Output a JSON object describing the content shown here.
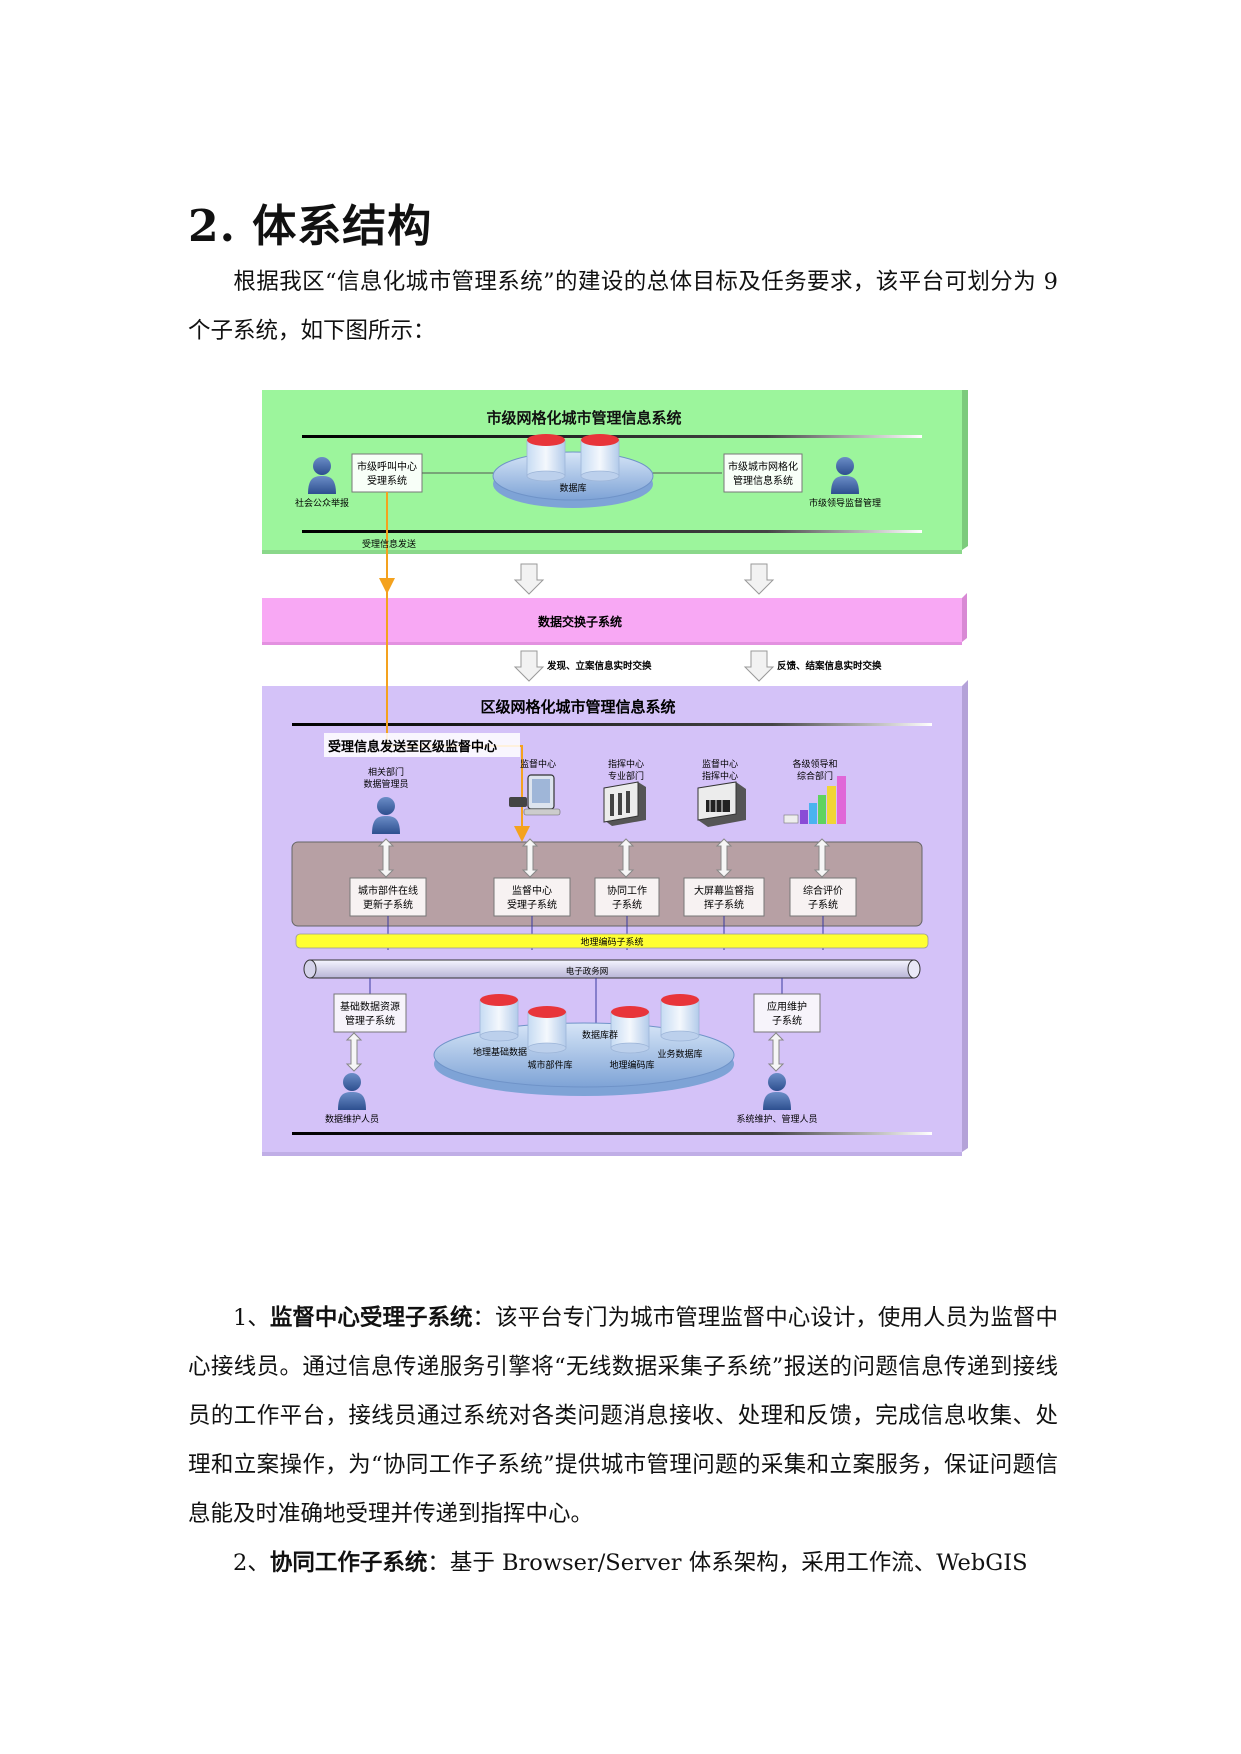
{
  "doc": {
    "heading": "2. 体系结构",
    "intro": "根据我区“信息化城市管理系统”的建设的总体目标及任务要求，该平台可划分为 9 个子系统，如下图所示：",
    "item1_prefix": "1、",
    "item1_title": "监督中心受理子系统",
    "item1_body": "：该平台专门为城市管理监督中心设计，使用人员为监督中心接线员。通过信息传递服务引擎将“无线数据采集子系统”报送的问题信息传递到接线员的工作平台，接线员通过系统对各类问题消息接收、处理和反馈，完成信息收集、处理和立案操作，为“协同工作子系统”提供城市管理问题的采集和立案服务，保证问题信息能及时准确地受理并传递到指挥中心。",
    "item2_prefix": "2、",
    "item2_title": "协同工作子系统",
    "item2_body": "：基于 Browser/Server 体系架构，采用工作流、WebGIS"
  },
  "diagram": {
    "city": {
      "title": "市级网格化城市管理信息系统",
      "public_report": "社会公众举报",
      "call_center_1": "市级呼叫中心",
      "call_center_2": "受理系统",
      "database": "数据库",
      "city_grid_1": "市级城市网格化",
      "city_grid_2": "管理信息系统",
      "leader": "市级领导监督管理",
      "send_info": "受理信息发送"
    },
    "exchange": {
      "title": "数据交换子系统",
      "left_label": "发现、立案信息实时交换",
      "right_label": "反馈、结案信息实时交换"
    },
    "district": {
      "title": "区级网格化城市管理信息系统",
      "send_to_district": "受理信息发送至区级监督中心",
      "dept_admin_1": "相关部门",
      "dept_admin_2": "数据管理员",
      "supervise_center": "监督中心",
      "command_1": "指挥中心",
      "command_2": "专业部门",
      "supervise_cmd_1": "监督中心",
      "supervise_cmd_2": "指挥中心",
      "leaders_1": "各级领导和",
      "leaders_2": "综合部门",
      "sub1_1": "城市部件在线",
      "sub1_2": "更新子系统",
      "sub2_1": "监督中心",
      "sub2_2": "受理子系统",
      "sub3_1": "协同工作",
      "sub3_2": "子系统",
      "sub4_1": "大屏幕监督指",
      "sub4_2": "挥子系统",
      "sub5_1": "综合评价",
      "sub5_2": "子系统",
      "geocode": "地理编码子系统",
      "egov": "电子政务网",
      "basic_1": "基础数据资源",
      "basic_2": "管理子系统",
      "maint_1": "应用维护",
      "maint_2": "子系统",
      "db_group": "数据库群",
      "db_geo_basic": "地理基础数据",
      "db_parts": "城市部件库",
      "db_geocode": "地理编码库",
      "db_business": "业务数据库",
      "data_maint": "数据维护人员",
      "sys_maint": "系统维护、管理人员"
    }
  },
  "colors": {
    "city_bg": "#9cf59c",
    "exchange_bg": "#f8a8f4",
    "district_bg": "#d4c2f8",
    "subsystem_band": "#b7a0a4",
    "geocode_bar": "#ffff33",
    "orange_line": "#f4a21e",
    "db_red": "#e8353a",
    "db_blue": "#a9c6ea"
  }
}
